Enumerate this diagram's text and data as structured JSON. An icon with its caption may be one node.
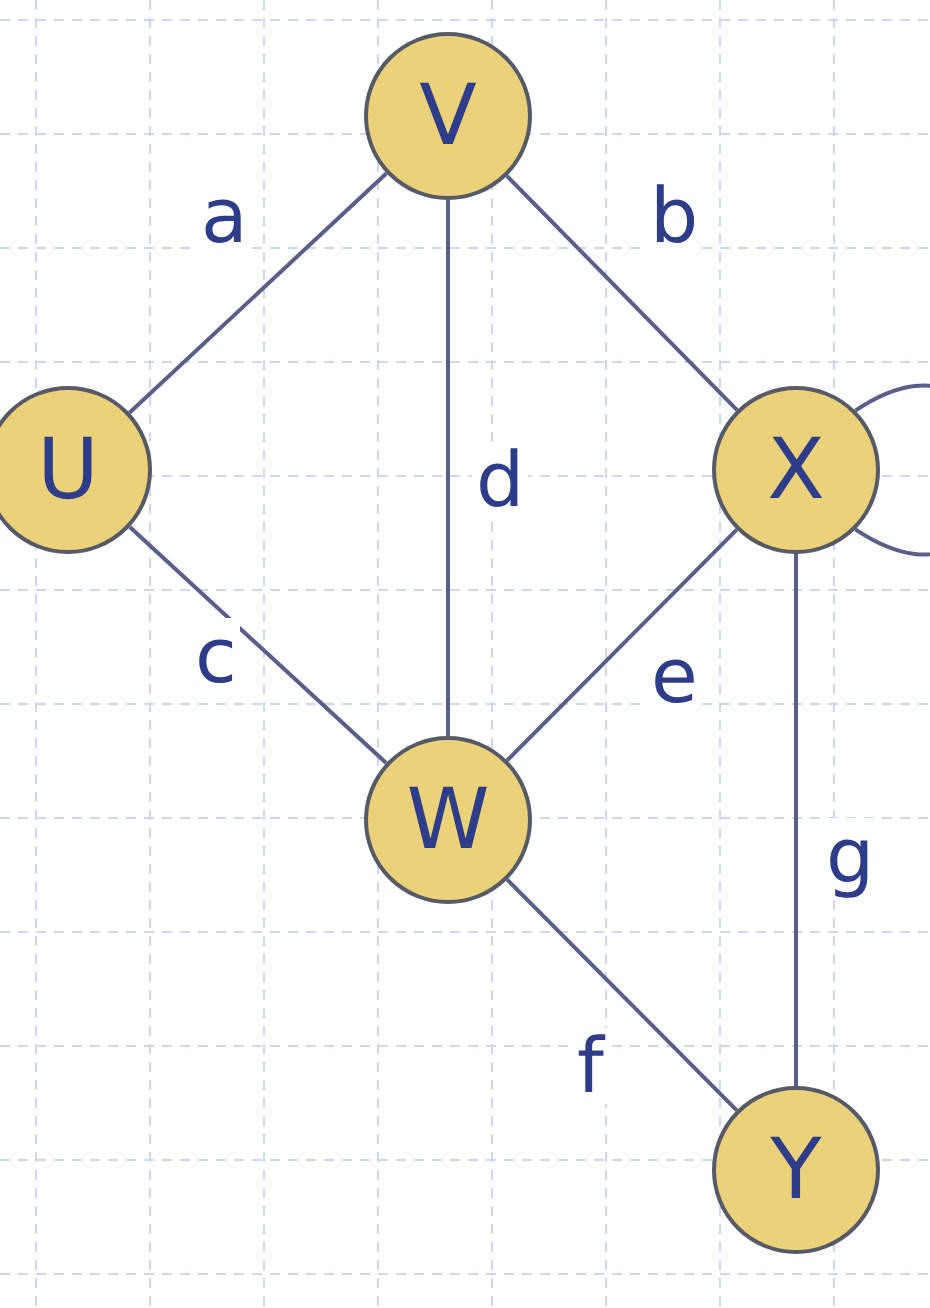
{
  "diagram": {
    "nodes": [
      {
        "text": [
          "V"
        ]
      },
      {
        "text": [
          "U"
        ]
      },
      {
        "text": [
          "X"
        ]
      },
      {
        "text": [
          "W"
        ]
      },
      {
        "text": [
          "Y"
        ]
      }
    ],
    "edges": [
      {
        "from": 1,
        "to": 0,
        "arrow": "none",
        "label": "a"
      },
      {
        "from": 0,
        "to": 2,
        "arrow": "none",
        "label": "b"
      },
      {
        "from": 0,
        "to": 3,
        "arrow": "none",
        "label": "d"
      },
      {
        "from": 1,
        "to": 3,
        "arrow": "none",
        "label": "c"
      },
      {
        "from": 2,
        "to": 3,
        "arrow": "none",
        "label": "e"
      },
      {
        "from": 2,
        "to": 4,
        "arrow": "none",
        "label": "g"
      },
      {
        "from": 3,
        "to": 4,
        "arrow": "none",
        "label": "f"
      },
      {
        "from": 2,
        "to": 2,
        "arrow": "none"
      }
    ]
  }
}
